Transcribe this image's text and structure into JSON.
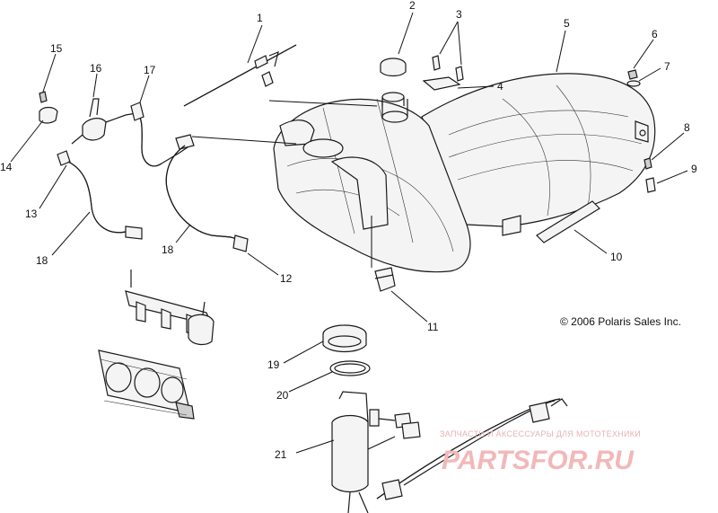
{
  "callouts": {
    "c1": "1",
    "c2": "2",
    "c3": "3",
    "c4": "4",
    "c5": "5",
    "c6": "6",
    "c7": "7",
    "c8": "8",
    "c9": "9",
    "c10": "10",
    "c11": "11",
    "c12": "12",
    "c13": "13",
    "c14": "14",
    "c15": "15",
    "c16": "16",
    "c17": "17",
    "c18a": "18",
    "c18b": "18",
    "c19": "19",
    "c20": "20",
    "c21": "21"
  },
  "copyright": "© 2006 Polaris Sales Inc.",
  "watermark": {
    "tagline": "ЗАПЧАСТИ И АКСЕССУАРЫ ДЛЯ МОТОТЕХНИКИ",
    "logo": "PARTSFOR.RU"
  }
}
